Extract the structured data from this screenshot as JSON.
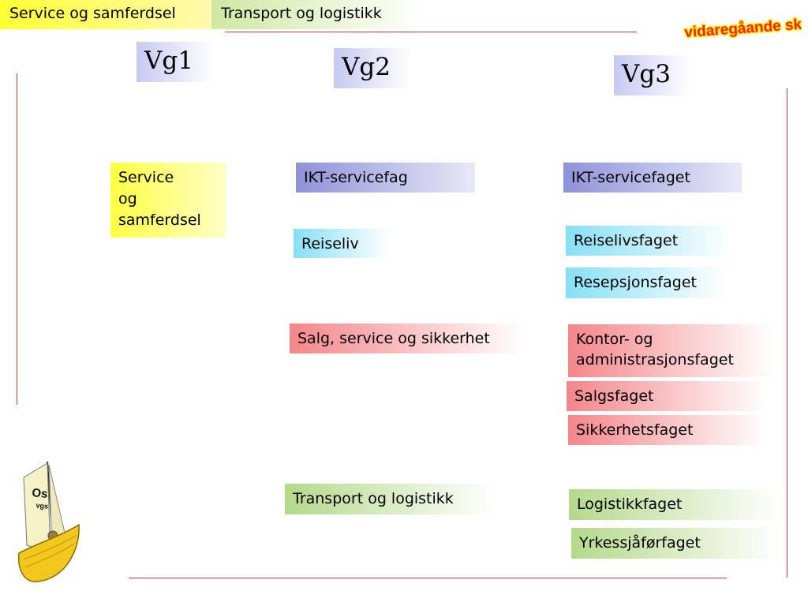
{
  "header": {
    "tab_service": "Service og samferdsel",
    "tab_transport": "Transport og logistikk"
  },
  "logo": {
    "text": "Os vidaregåande skule",
    "color": "#ff1a1a"
  },
  "boat_logo": {
    "line1": "Os",
    "line2": "vgs"
  },
  "levels": {
    "vg1": "Vg1",
    "vg2": "Vg2",
    "vg3": "Vg3"
  },
  "vg1": {
    "service": {
      "line1": "Service",
      "line2": "og",
      "line3": "samferdsel"
    }
  },
  "vg2": {
    "ikt": "IKT-servicefag",
    "reiseliv": "Reiseliv",
    "salg": "Salg, service og sikkerhet",
    "transport": "Transport og logistikk"
  },
  "vg3": {
    "ikt": "IKT-servicefaget",
    "reiselivsfaget": "Reiselivsfaget",
    "resepsjonsfaget": "Resepsjonsfaget",
    "kontor_line1": "Kontor- og",
    "kontor_line2": "administrasjonsfaget",
    "salgsfaget": "Salgsfaget",
    "sikkerhetsfaget": "Sikkerhetsfaget",
    "logistikkfaget": "Logistikkfaget",
    "yrkessjafor": "Yrkessjåførfaget"
  },
  "colors": {
    "line": "#e03a3a",
    "ikt": "#8e92d8",
    "reiseliv": "#86e0f5",
    "salg": "#f4868a",
    "transport": "#b4d98a",
    "service": "#ffff44"
  }
}
